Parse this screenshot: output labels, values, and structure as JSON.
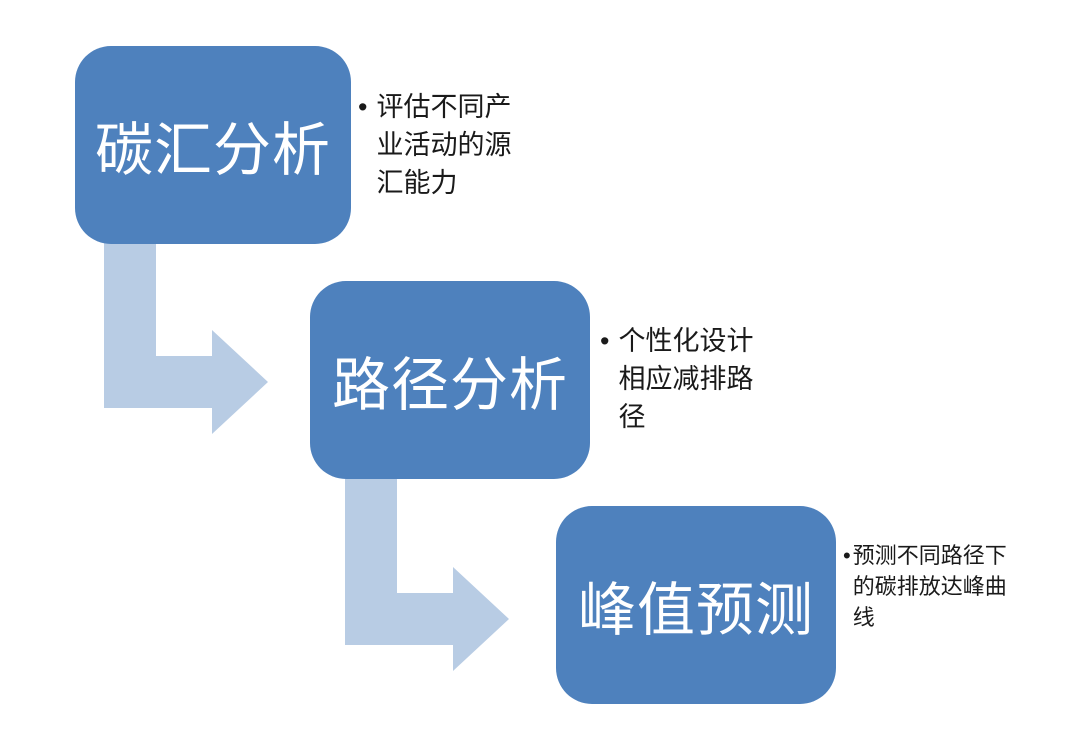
{
  "diagram": {
    "type": "step-down-process",
    "bullet_marker": "•",
    "colors": {
      "box": "#4e81bd",
      "box_text": "#ffffff",
      "arrow": "#b8cce4",
      "bullet_text": "#1a1a1a",
      "background": "#ffffff"
    },
    "steps": [
      {
        "label": "碳汇分析",
        "bullet_text": "评估不同产业活动的源汇能力"
      },
      {
        "label": "路径分析",
        "bullet_text": "个性化设计相应减排路径"
      },
      {
        "label": "峰值预测",
        "bullet_text": "预测不同路径下的碳排放达峰曲线"
      }
    ]
  }
}
